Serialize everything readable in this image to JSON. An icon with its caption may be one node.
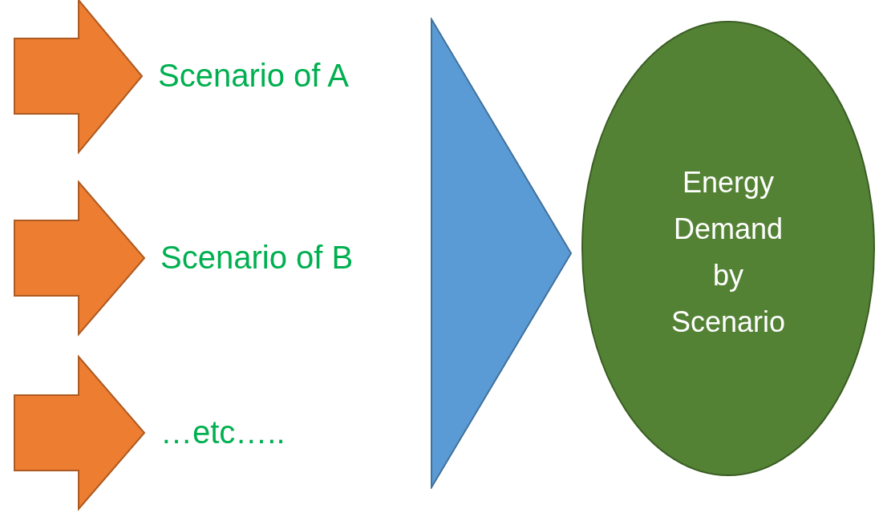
{
  "diagram": {
    "nodes": [
      {
        "text": [
          "Scenario of A"
        ]
      },
      {
        "text": [
          "Scenario of B"
        ]
      },
      {
        "text": [
          "…etc….."
        ]
      },
      {
        "text": [],
        "shape": "triangle"
      },
      {
        "text": [
          "Energy Demand by Scenario"
        ]
      }
    ],
    "edges": [
      {
        "from": null,
        "to": 0,
        "arrow": "to",
        "style": "thick",
        "color": "#ed7d31"
      },
      {
        "from": null,
        "to": 1,
        "arrow": "to",
        "style": "thick",
        "color": "#ed7d31"
      },
      {
        "from": null,
        "to": 2,
        "arrow": "to",
        "style": "thick",
        "color": "#ed7d31"
      }
    ]
  }
}
